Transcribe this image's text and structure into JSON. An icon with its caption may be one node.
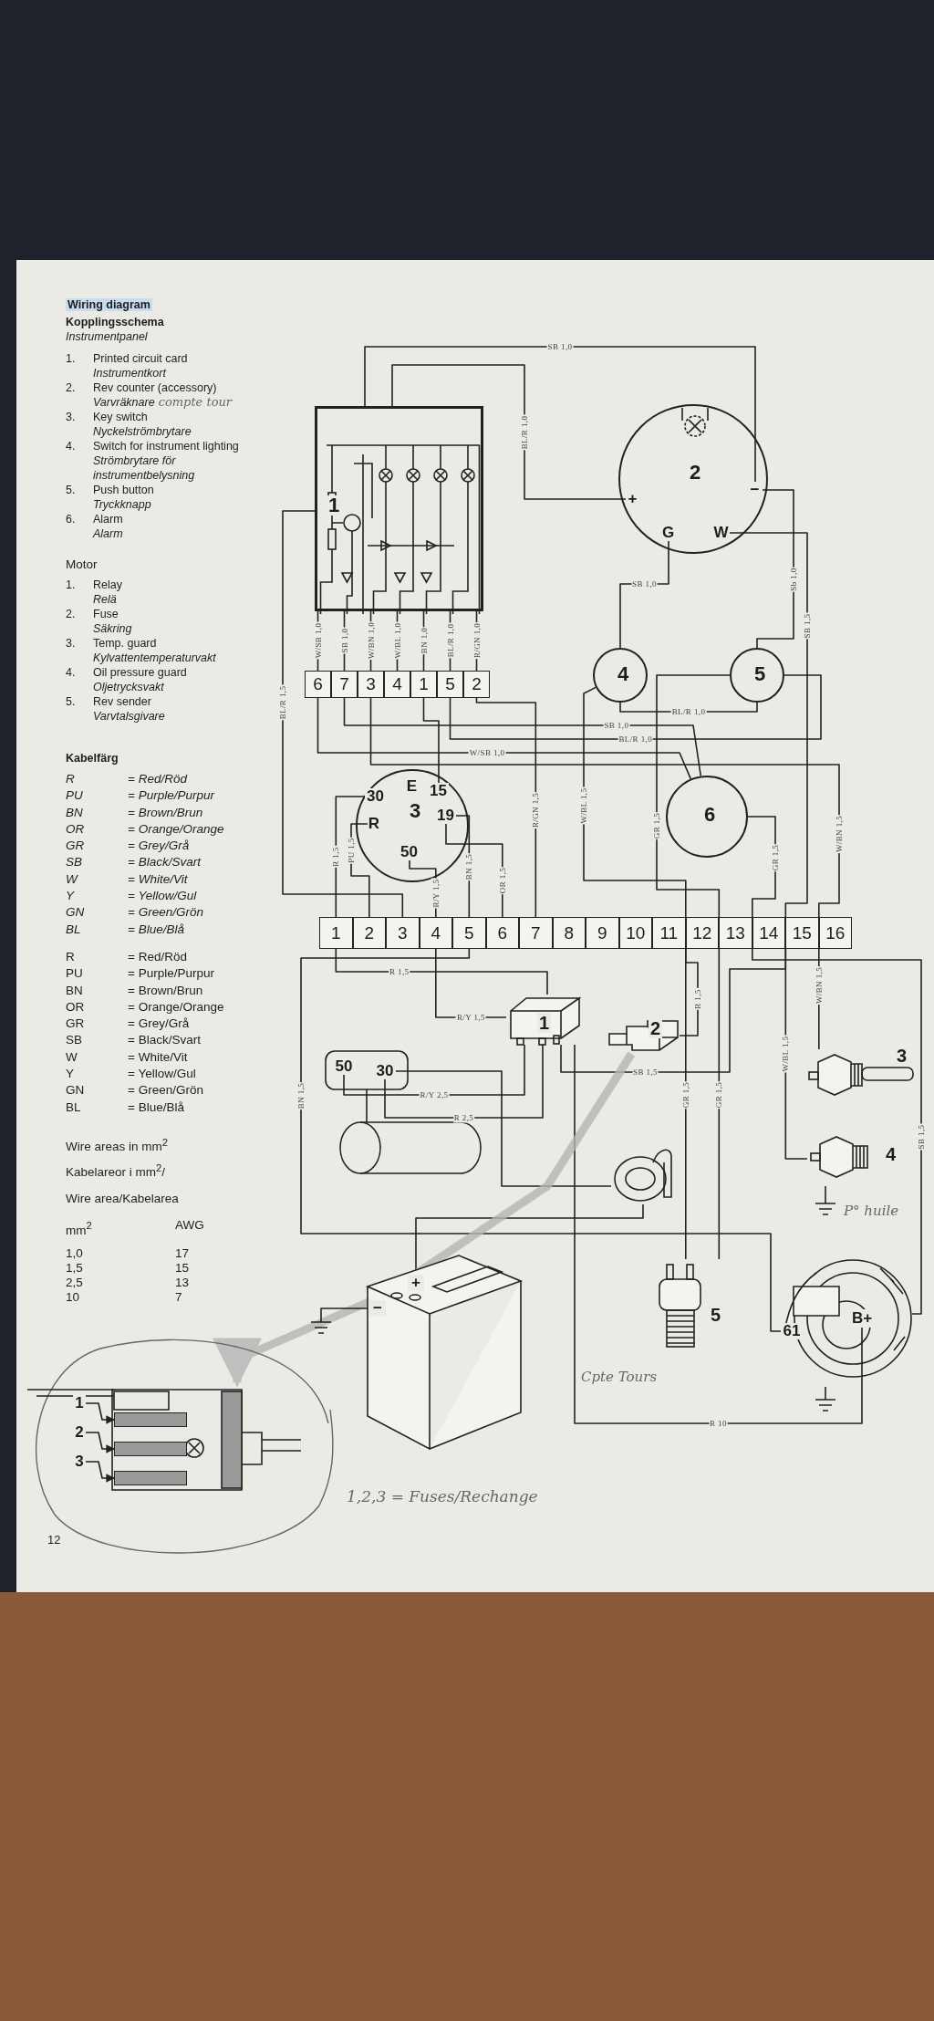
{
  "diagram": {
    "title": "Wiring diagram",
    "nodes": [
      {
        "text": [
          "1"
        ]
      },
      {
        "text": [
          "6"
        ]
      },
      {
        "text": [
          "7"
        ]
      },
      {
        "text": [
          "3"
        ]
      },
      {
        "text": [
          "4"
        ]
      },
      {
        "text": [
          "1"
        ]
      },
      {
        "text": [
          "5"
        ]
      },
      {
        "text": [
          "2"
        ]
      },
      {
        "text": [
          "2"
        ]
      },
      {
        "text": [
          "+"
        ],
        "in": 8
      },
      {
        "text": [
          "−"
        ],
        "in": 8
      },
      {
        "text": [
          "G"
        ],
        "in": 8
      },
      {
        "text": [
          "W"
        ],
        "in": 8
      },
      {
        "text": [
          "4"
        ]
      },
      {
        "text": [
          "5"
        ]
      },
      {
        "text": [
          "6"
        ]
      },
      {
        "text": [
          "3"
        ]
      },
      {
        "text": [
          "30"
        ],
        "in": 16
      },
      {
        "text": [
          "E"
        ],
        "in": 16
      },
      {
        "text": [
          "15"
        ],
        "in": 16
      },
      {
        "text": [
          "R"
        ],
        "in": 16
      },
      {
        "text": [
          "19"
        ],
        "in": 16
      },
      {
        "text": [
          "50"
        ],
        "in": 16
      },
      {
        "text": [
          "1"
        ]
      },
      {
        "text": [
          "2"
        ]
      },
      {
        "text": [
          "3"
        ]
      },
      {
        "text": [
          "4"
        ]
      },
      {
        "text": [
          "5"
        ]
      },
      {
        "text": [
          "6"
        ]
      },
      {
        "text": [
          "7"
        ]
      },
      {
        "text": [
          "8"
        ]
      },
      {
        "text": [
          "9"
        ]
      },
      {
        "text": [
          "10"
        ]
      },
      {
        "text": [
          "11"
        ]
      },
      {
        "text": [
          "12"
        ]
      },
      {
        "text": [
          "13"
        ]
      },
      {
        "text": [
          "14"
        ]
      },
      {
        "text": [
          "15"
        ]
      },
      {
        "text": [
          "16"
        ]
      },
      {
        "text": [
          "1"
        ]
      },
      {
        "text": [
          "2"
        ]
      },
      {
        "text": [
          "3"
        ]
      },
      {
        "text": [
          "4"
        ]
      },
      {
        "text": [
          "5"
        ]
      },
      {
        "text": [],
        "shape": "picture"
      },
      {
        "text": [
          "50"
        ],
        "in": 44
      },
      {
        "text": [
          "30"
        ],
        "in": 44
      },
      {
        "text": [],
        "shape": "picture"
      },
      {
        "text": [
          "+"
        ],
        "in": 47
      },
      {
        "text": [
          "−"
        ],
        "in": 47
      },
      {
        "text": [],
        "shape": "picture"
      },
      {
        "text": [
          "61"
        ],
        "in": 50
      },
      {
        "text": [
          "B+"
        ],
        "in": 50
      },
      {
        "text": [],
        "shape": "picture"
      },
      {
        "text": [],
        "shape": "picture"
      },
      {
        "text": [
          "1"
        ]
      },
      {
        "text": [
          "2"
        ]
      },
      {
        "text": [
          "3"
        ]
      },
      {
        "text": [],
        "shape": "box",
        "in": 54
      },
      {
        "text": [],
        "shape": "box",
        "in": 54
      },
      {
        "text": [],
        "shape": "box",
        "in": 54
      },
      {
        "text": [],
        "shape": "ground"
      },
      {
        "text": [],
        "shape": "ground"
      },
      {
        "text": [],
        "shape": "ground"
      }
    ],
    "edges": [
      {
        "from": 0,
        "to": 1,
        "arrow": "none",
        "label": "W/SB 1,0"
      },
      {
        "from": 0,
        "to": 2,
        "arrow": "none",
        "label": "SB 1,0"
      },
      {
        "from": 0,
        "to": 3,
        "arrow": "none",
        "label": "W/BN 1,0"
      },
      {
        "from": 0,
        "to": 4,
        "arrow": "none",
        "label": "W/BL 1,0"
      },
      {
        "from": 0,
        "to": 5,
        "arrow": "none",
        "label": "BN 1,0"
      },
      {
        "from": 0,
        "to": 6,
        "arrow": "none",
        "label": "BL/R 1,0"
      },
      {
        "from": 0,
        "to": 7,
        "arrow": "none",
        "label": "R/GN 1,0"
      },
      {
        "from": 5,
        "to": 19,
        "arrow": "none"
      },
      {
        "from": 0,
        "to": 9,
        "arrow": "none",
        "label": "BL/R 1,0"
      },
      {
        "from": 0,
        "to": 10,
        "arrow": "none",
        "label": "SB 1,0"
      },
      {
        "from": 10,
        "to": 14,
        "arrow": "none",
        "label": "Sb 1,0"
      },
      {
        "from": 11,
        "to": 13,
        "arrow": "none",
        "label": "SB 1,0"
      },
      {
        "from": 13,
        "to": 14,
        "arrow": "none",
        "label": "BL/R 1,0"
      },
      {
        "from": 2,
        "to": 15,
        "arrow": "none",
        "label": "SB 1,0"
      },
      {
        "from": 1,
        "to": 15,
        "arrow": "none",
        "label": "W/SB 1,0"
      },
      {
        "from": 6,
        "to": 14,
        "arrow": "none",
        "label": "BL/R 1,0"
      },
      {
        "from": 0,
        "to": 25,
        "arrow": "none",
        "label": "BL/R 1,5"
      },
      {
        "from": 17,
        "to": 23,
        "arrow": "none",
        "label": "R 1,5"
      },
      {
        "from": 20,
        "to": 24,
        "arrow": "none",
        "label": "PU 1,5"
      },
      {
        "from": 22,
        "to": 26,
        "arrow": "none",
        "label": "R/Y 1,5"
      },
      {
        "from": 21,
        "to": 27,
        "arrow": "none",
        "label": "BN 1,5"
      },
      {
        "from": 21,
        "to": 28,
        "arrow": "none",
        "label": "OR 1,5"
      },
      {
        "from": 7,
        "to": 29,
        "arrow": "none",
        "label": "R/GN 1,5"
      },
      {
        "from": 13,
        "to": 34,
        "arrow": "none",
        "label": "W/BL 1,5"
      },
      {
        "from": 14,
        "to": 35,
        "arrow": "none",
        "label": "GR 1,5"
      },
      {
        "from": 15,
        "to": 36,
        "arrow": "none",
        "label": "GR 1,5"
      },
      {
        "from": 12,
        "to": 37,
        "arrow": "none",
        "label": "SB 1,5"
      },
      {
        "from": 3,
        "to": 38,
        "arrow": "none",
        "label": "W/BN 1,5"
      },
      {
        "from": 23,
        "to": 39,
        "arrow": "none",
        "label": "R 1,5"
      },
      {
        "from": 26,
        "to": 39,
        "arrow": "none",
        "label": "R/Y 1,5"
      },
      {
        "from": 39,
        "to": 37,
        "arrow": "none",
        "label": "SB 1,5"
      },
      {
        "from": 40,
        "to": 34,
        "arrow": "none",
        "label": "R 1,5"
      },
      {
        "from": 39,
        "to": 45,
        "arrow": "none",
        "label": "R/Y 2,5"
      },
      {
        "from": 46,
        "to": 39,
        "arrow": "none",
        "label": "R 2,5"
      },
      {
        "from": 27,
        "to": 51,
        "arrow": "none",
        "label": "BN 1,5"
      },
      {
        "from": 38,
        "to": 41,
        "arrow": "none",
        "label": "W/BN 1,5"
      },
      {
        "from": 37,
        "to": 42,
        "arrow": "none",
        "label": "W/BL 1,5"
      },
      {
        "from": 34,
        "to": 43,
        "arrow": "none",
        "label": "GR 1,5"
      },
      {
        "from": 35,
        "to": 43,
        "arrow": "none",
        "label": "GR 1,5"
      },
      {
        "from": 36,
        "to": 50,
        "arrow": "none",
        "label": "SB 1,5"
      },
      {
        "from": 46,
        "to": 53,
        "arrow": "none"
      },
      {
        "from": 53,
        "to": 48,
        "arrow": "none"
      },
      {
        "from": 52,
        "to": 39,
        "arrow": "none",
        "label": "R 10"
      },
      {
        "from": 40,
        "to": 54,
        "arrow": "to",
        "style": "thick",
        "color": "#b5b5b5"
      },
      {
        "from": 55,
        "to": 58,
        "arrow": "to"
      },
      {
        "from": 56,
        "to": 59,
        "arrow": "to"
      },
      {
        "from": 57,
        "to": 60,
        "arrow": "to"
      },
      {
        "from": 49,
        "to": 61,
        "arrow": "none"
      },
      {
        "from": 42,
        "to": 62,
        "arrow": "none"
      },
      {
        "from": 50,
        "to": 63,
        "arrow": "none"
      }
    ],
    "labels": [
      "Kopplingsschema",
      "Instrumentpanel",
      "1.",
      "Printed circuit card",
      "Instrumentkort",
      "2.",
      "Rev counter (accessory)",
      "Varvräknare",
      "compte tour",
      "3.",
      "Key switch",
      "Nyckelströmbrytare",
      "4.",
      "Switch for instrument lighting",
      "Strömbrytare för instrumentbelysning",
      "5.",
      "Push button",
      "Tryckknapp",
      "6.",
      "Alarm",
      "Alarm",
      "Motor",
      "1.",
      "Relay",
      "Relä",
      "2.",
      "Fuse",
      "Säkring",
      "3.",
      "Temp. guard",
      "Kylvattentemperaturvakt",
      "4.",
      "Oil pressure guard",
      "Oljetrycksvakt",
      "5.",
      "Rev sender",
      "Varvtalsgivare",
      "Kabelfärg",
      "R",
      "= Red/Röd",
      "PU",
      "= Purple/Purpur",
      "BN",
      "= Brown/Brun",
      "OR",
      "= Orange/Orange",
      "GR",
      "= Grey/Grå",
      "SB",
      "= Black/Svart",
      "W",
      "= White/Vit",
      "Y",
      "= Yellow/Gul",
      "GN",
      "= Green/Grön",
      "BL",
      "= Blue/Blå",
      "R",
      "= Red/Röd",
      "PU",
      "= Purple/Purpur",
      "BN",
      "= Brown/Brun",
      "OR",
      "= Orange/Orange",
      "GR",
      "= Grey/Grå",
      "SB",
      "= Black/Svart",
      "W",
      "= White/Vit",
      "Y",
      "= Yellow/Gul",
      "GN",
      "= Green/Grön",
      "BL",
      "= Blue/Blå",
      "Wire areas in mm$^{2}$",
      "Kabelareor i mm$^{2}$/",
      "Wire area/Kabelarea",
      "mm$^{2}$",
      "AWG",
      "1,0",
      "17",
      "1,5",
      "15",
      "2,5",
      "13",
      "10",
      "7",
      "P° huile",
      "Cpte Tours",
      "1,2,3 = Fuses/Rechange",
      "12"
    ]
  }
}
